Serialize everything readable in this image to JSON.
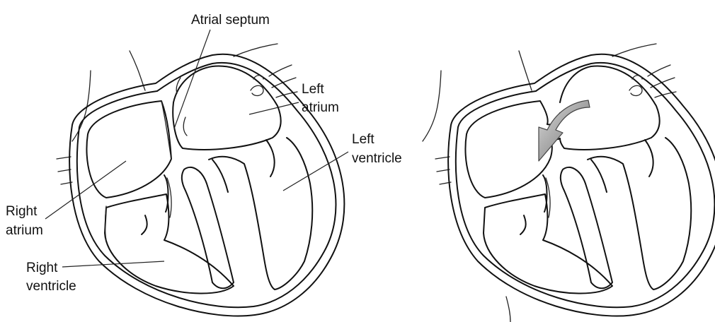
{
  "labels": {
    "atrial_septum": "Atrial septum",
    "left_atrium_1": "Left",
    "left_atrium_2": "atrium",
    "left_ventricle_1": "Left",
    "left_ventricle_2": "ventricle",
    "right_atrium_1": "Right",
    "right_atrium_2": "atrium",
    "right_ventricle_1": "Right",
    "right_ventricle_2": "ventricle"
  },
  "colors": {
    "line": "#111111",
    "arrow_fill": "#8a8a8a",
    "background": "#ffffff"
  }
}
